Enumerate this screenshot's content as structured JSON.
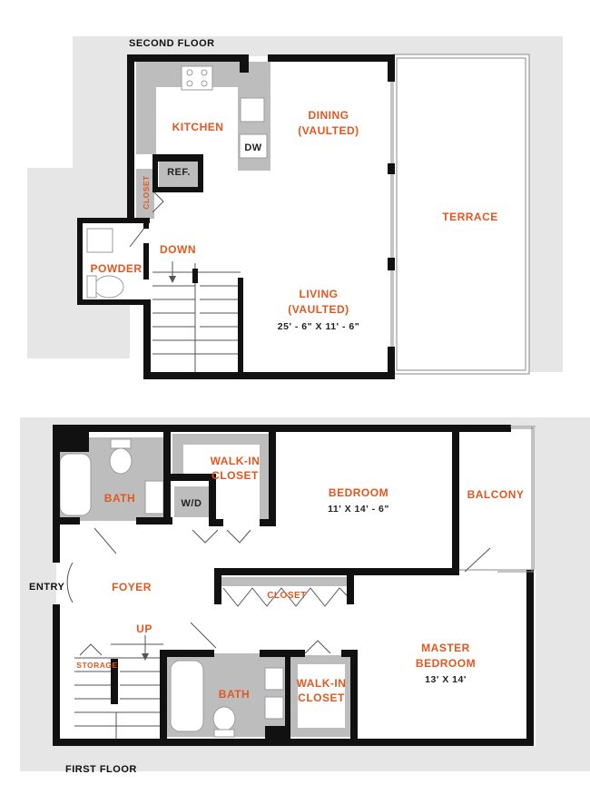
{
  "floors": {
    "second": {
      "label": "SECOND FLOOR",
      "rooms": {
        "kitchen": "KITCHEN",
        "dining": "DINING",
        "dining_note": "(VAULTED)",
        "dw": "DW",
        "ref": "REF.",
        "closet": "CLOSET",
        "terrace": "TERRACE",
        "down": "DOWN",
        "powder": "POWDER",
        "living": "LIVING",
        "living_note": "(VAULTED)",
        "living_dim": "25' - 6\" X 11' - 6\""
      }
    },
    "first": {
      "label": "FIRST FLOOR",
      "rooms": {
        "bath1": "BATH",
        "walkin1_line1": "WALK-IN",
        "walkin1_line2": "CLOSET",
        "wd": "W/D",
        "bedroom": "BEDROOM",
        "bedroom_dim": "11' X 14' - 6\"",
        "balcony": "BALCONY",
        "entry": "ENTRY",
        "foyer": "FOYER",
        "closet": "CLOSET",
        "up": "UP",
        "storage": "STORAGE",
        "bath2": "BATH",
        "walkin2_line1": "WALK-IN",
        "walkin2_line2": "CLOSET",
        "master_line1": "MASTER",
        "master_line2": "BEDROOM",
        "master_dim": "13' X 14'"
      }
    }
  },
  "colors": {
    "label": "#e2571f",
    "wall": "#111111",
    "background": "#e6e6e6",
    "fixture": "#bdbdbd"
  }
}
